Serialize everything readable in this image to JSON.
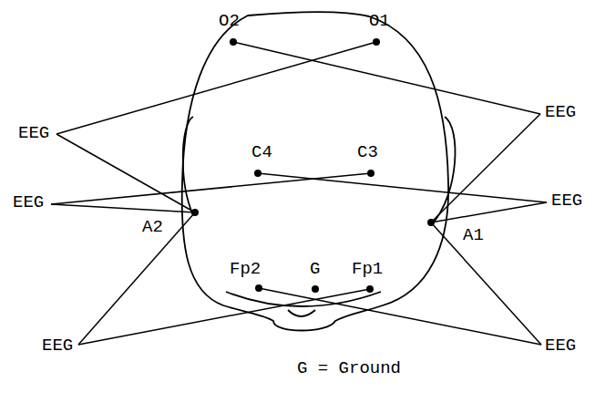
{
  "diagram": {
    "labels": [
      "O2",
      "O1",
      "EEG",
      "EEG",
      "C4",
      "C3",
      "EEG",
      "EEG",
      "A2",
      "A1",
      "Fp2",
      "G",
      "Fp1",
      "EEG",
      "EEG",
      "G = Ground"
    ]
  }
}
